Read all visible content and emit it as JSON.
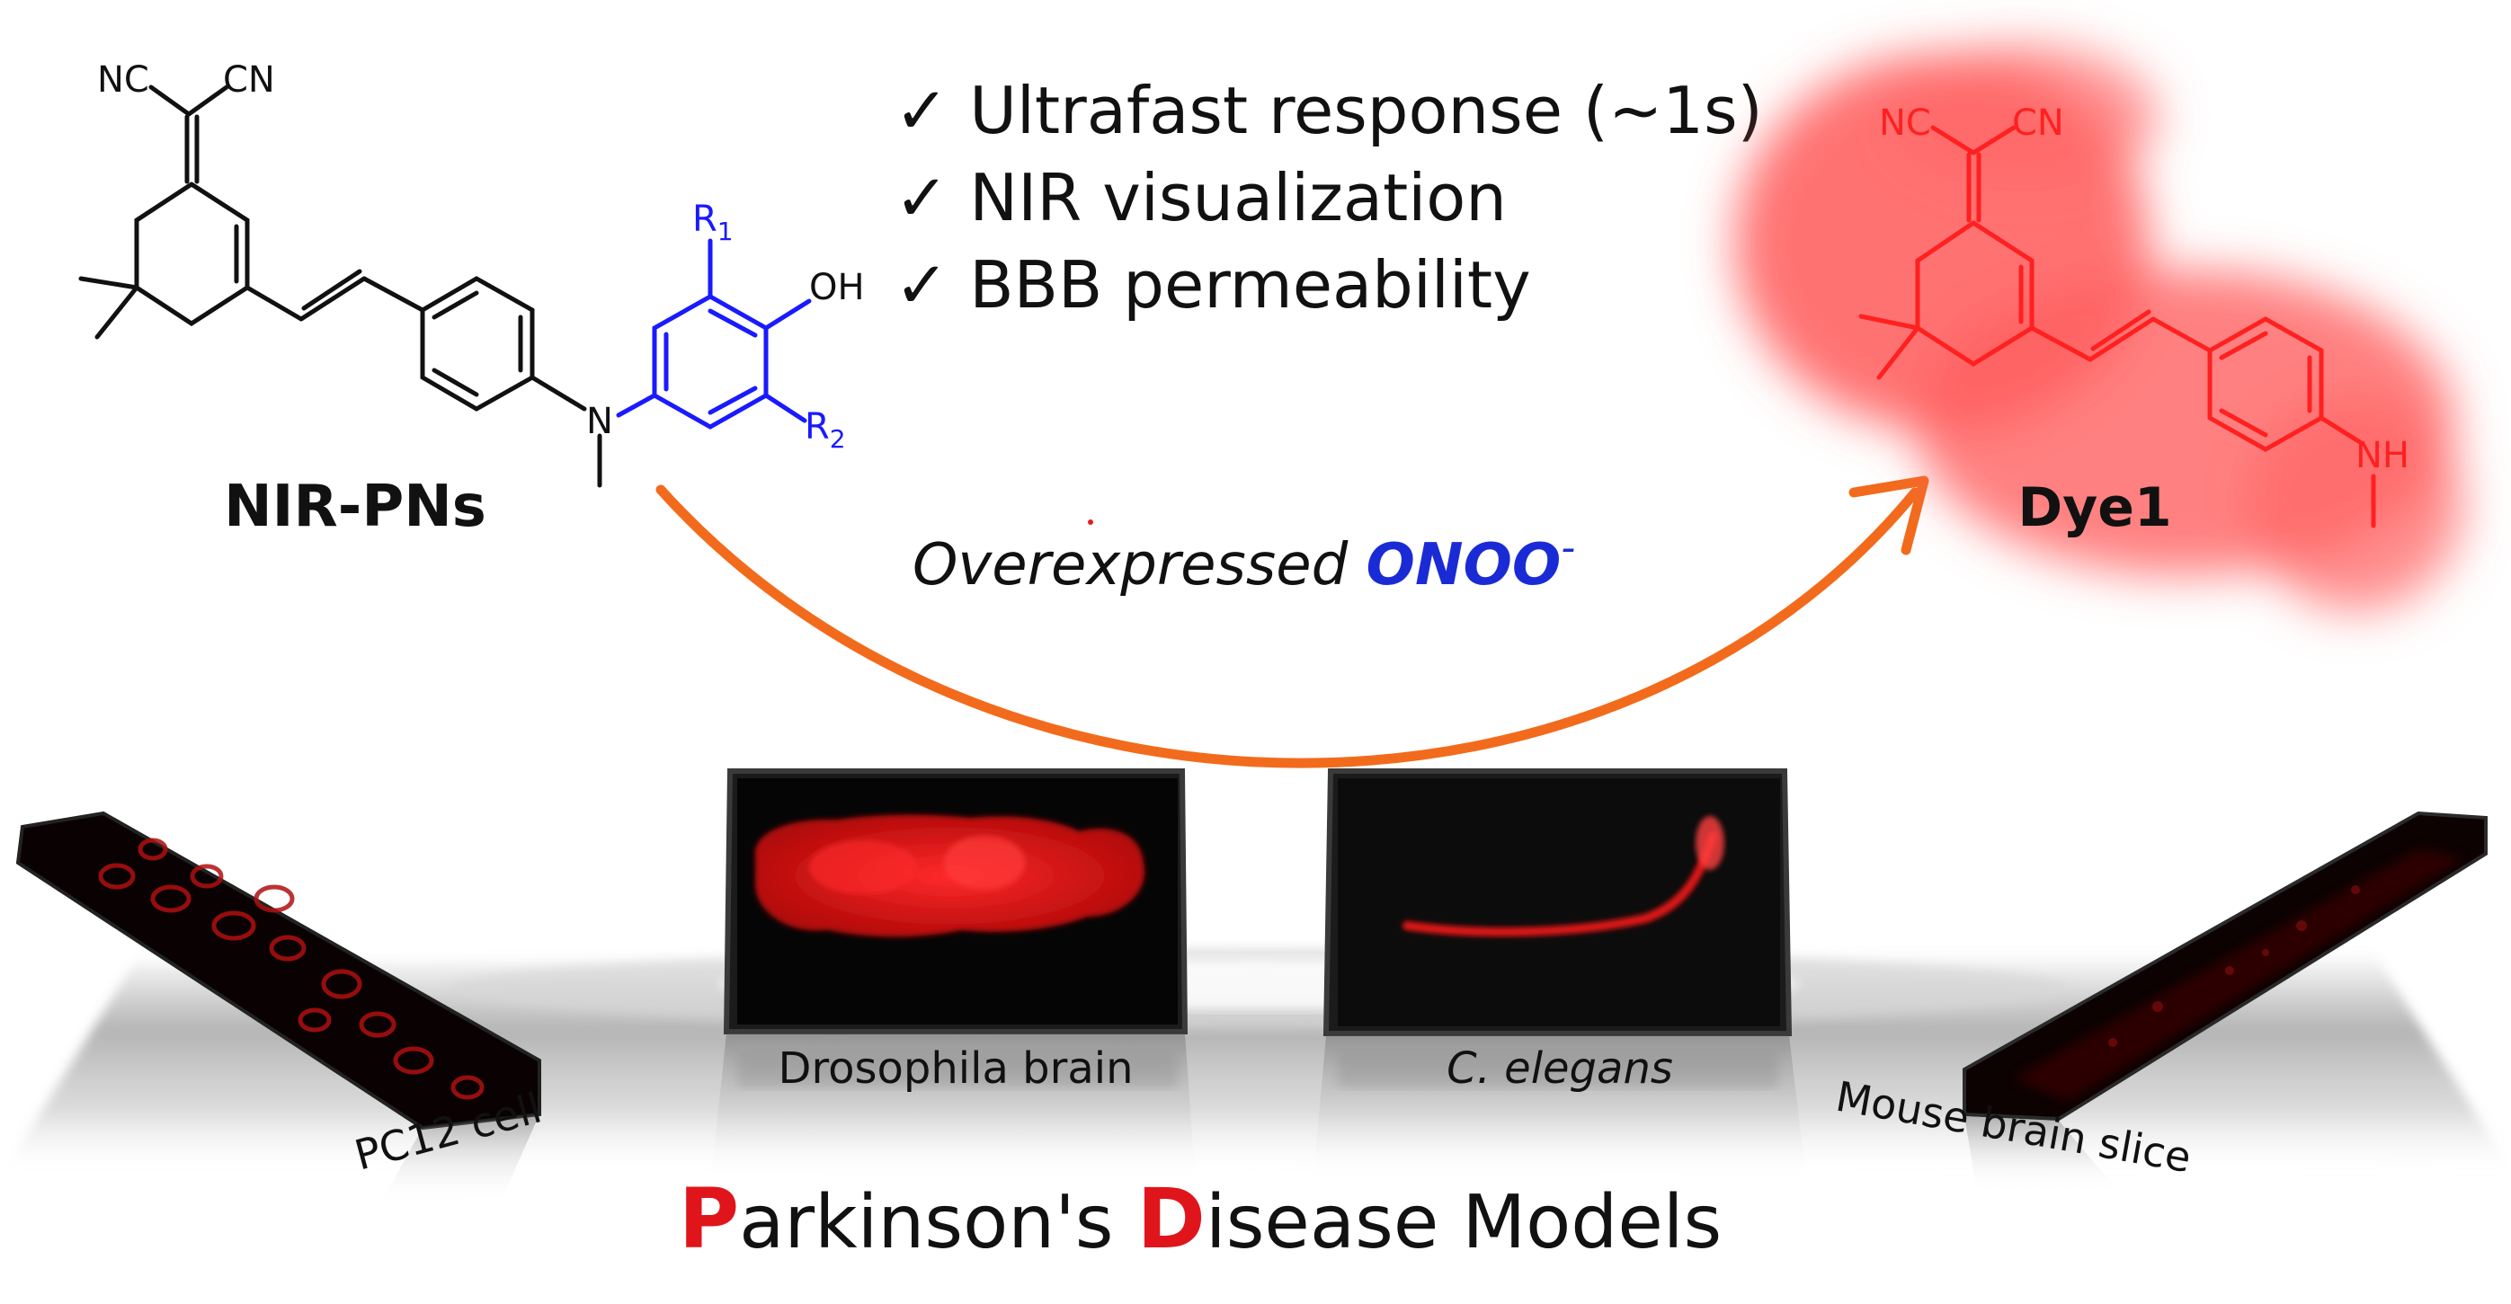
{
  "features": [
    "✓ Ultrafast response (~1s)",
    "✓ NIR visualization",
    "✓ BBB permeability"
  ],
  "probe": {
    "name": "NIR-PNs",
    "atoms": {
      "nc_left": "NC",
      "cn_right": "CN",
      "oh": "OH",
      "n": "N",
      "r1_letter": "R",
      "r1_sub": "1",
      "r2_letter": "R",
      "r2_sub": "2"
    }
  },
  "product": {
    "name": "Dye1",
    "atoms": {
      "nc_left": "NC",
      "cn_right": "CN",
      "nh": "NH"
    }
  },
  "reaction": {
    "prefix": "Overexpressed ",
    "reagent": "ONOO",
    "charge": "-"
  },
  "models": {
    "pc12": "PC12 cell",
    "drosophila": "Drosophila brain",
    "celegans": "C. elegans",
    "mouse": "Mouse brain slice"
  },
  "title": {
    "p_initial": "P",
    "p_rest": "arkinson's ",
    "d_initial": "D",
    "d_rest": "isease Models"
  },
  "colors": {
    "probe_structure": "#111111",
    "receptor": "#1a1aff",
    "product": "#ff2020",
    "glow": "#ff6a6a",
    "arrow": "#f26b1d",
    "reagent": "#1a2bd6",
    "title_initial": "#e0151b",
    "fluorescence": "#e11010"
  }
}
